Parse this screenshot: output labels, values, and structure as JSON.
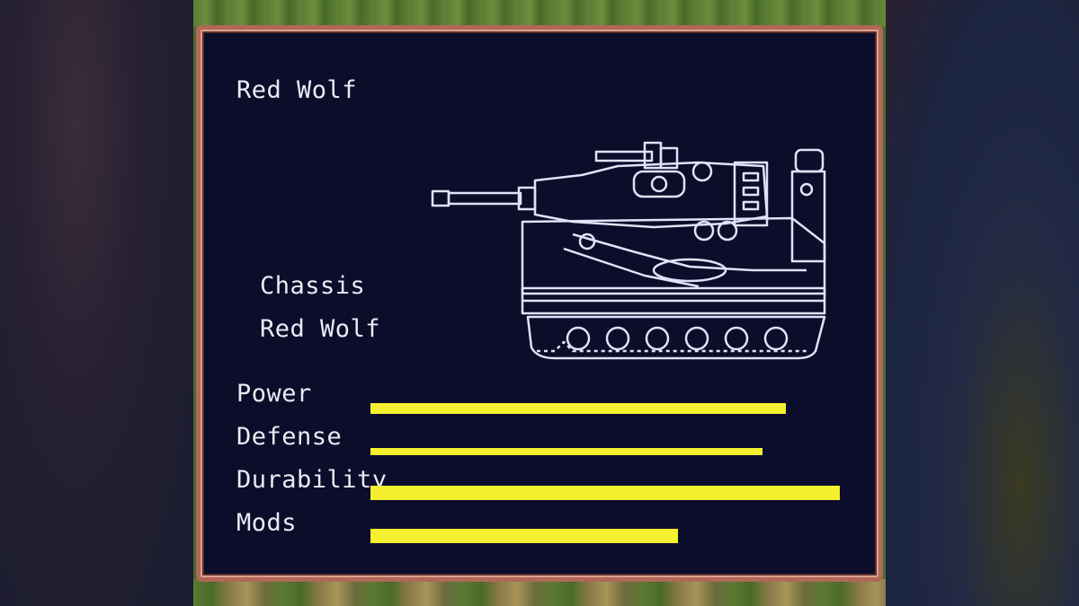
{
  "unit": {
    "name": "Red Wolf",
    "chassis_label": "Chassis",
    "chassis_value": "Red Wolf"
  },
  "stats": [
    {
      "label": "Power",
      "value": 0.885
    },
    {
      "label": "Defense",
      "value": 0.835
    },
    {
      "label": "Durability",
      "value": 1.0
    },
    {
      "label": "Mods",
      "value": 0.655
    }
  ],
  "colors": {
    "panel_bg": "#0b0d2a",
    "border": "#b06858",
    "text": "#e8ecf4",
    "bar": "#f4f030",
    "tank_outline": "#dfe3f7"
  },
  "icons": {
    "tank": "tank-outline-icon"
  }
}
